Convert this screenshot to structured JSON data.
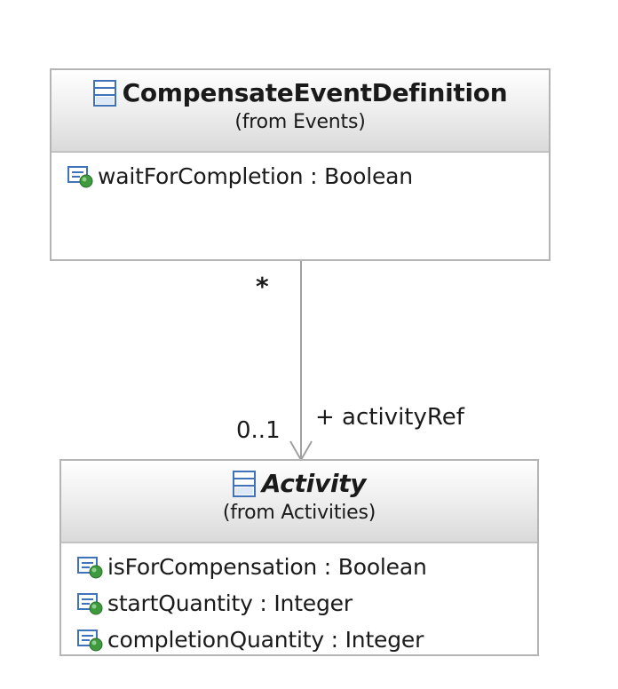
{
  "classes": {
    "source": {
      "name": "CompensateEventDefinition",
      "stereotype": "(from Events)",
      "icon": "class-icon",
      "attributes": [
        {
          "text": "waitForCompletion : Boolean",
          "icon": "attribute-icon"
        }
      ]
    },
    "target": {
      "name": "Activity",
      "abstract": true,
      "stereotype": "(from Activities)",
      "icon": "class-icon",
      "attributes": [
        {
          "text": "isForCompensation : Boolean",
          "icon": "attribute-icon"
        },
        {
          "text": "startQuantity : Integer",
          "icon": "attribute-icon"
        },
        {
          "text": "completionQuantity : Integer",
          "icon": "attribute-icon"
        }
      ]
    }
  },
  "association": {
    "source_multiplicity": "*",
    "target_multiplicity": "0..1",
    "target_role": "+ activityRef",
    "navigable_to": "target"
  },
  "colors": {
    "border": "#b4b4b4",
    "header_gradient": [
      "#ffffff",
      "#dadada"
    ],
    "icon_blue": "#3f72b8",
    "icon_green": "#3d9a3d",
    "connector": "#a0a0a0"
  }
}
